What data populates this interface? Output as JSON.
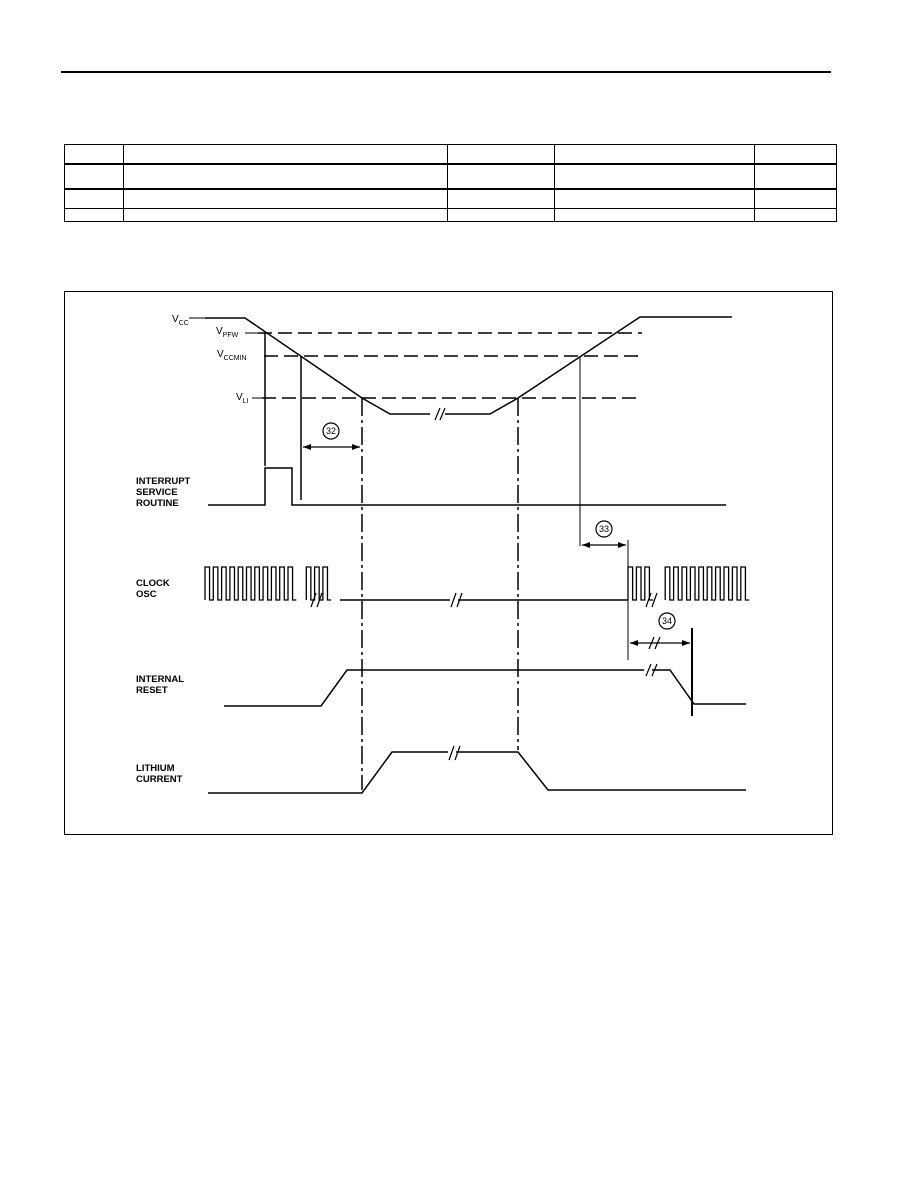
{
  "signals": {
    "vcc": {
      "main": "V",
      "sub": "CC"
    },
    "vpfw": {
      "main": "V",
      "sub": "PFW"
    },
    "vccmin": {
      "main": "V",
      "sub": "CCMIN"
    },
    "vli": {
      "main": "V",
      "sub": "LI"
    },
    "interrupt": [
      "INTERRUPT",
      "SERVICE",
      "ROUTINE"
    ],
    "clock": [
      "CLOCK",
      "OSC"
    ],
    "reset": [
      "INTERNAL",
      "RESET"
    ],
    "lithium": [
      "LITHIUM",
      "CURRENT"
    ]
  },
  "callouts": [
    "32",
    "33",
    "34"
  ],
  "spec_table": {
    "rows": 4,
    "cols": 5
  }
}
